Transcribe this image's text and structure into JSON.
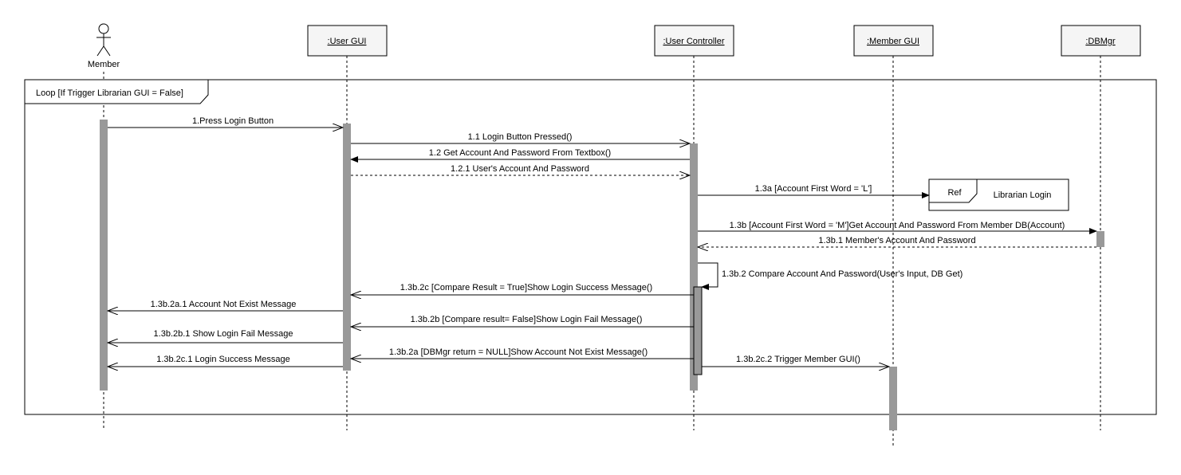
{
  "diagram": {
    "colors": {
      "line": "#000000",
      "box_fill": "#f5f5f5",
      "activation": "#999999",
      "background": "#ffffff"
    },
    "actors": [
      {
        "id": "member",
        "label": "Member",
        "kind": "actor"
      },
      {
        "id": "user_gui",
        "label": ":User GUI",
        "kind": "object"
      },
      {
        "id": "user_controller",
        "label": ":User Controller",
        "kind": "object"
      },
      {
        "id": "member_gui",
        "label": ":Member GUI",
        "kind": "object"
      },
      {
        "id": "dbmgr",
        "label": ":DBMgr",
        "kind": "object"
      }
    ],
    "loop_fragment": {
      "label": "Loop [If Trigger Librarian GUI = False]"
    },
    "ref_fragment": {
      "tag": "Ref",
      "label": "Librarian Login"
    },
    "messages": [
      {
        "id": "m1",
        "from": "member",
        "to": "user_gui",
        "label": "1.Press Login Button",
        "style": "sync"
      },
      {
        "id": "m2",
        "from": "user_gui",
        "to": "user_controller",
        "label": "1.1 Login Button Pressed()",
        "style": "sync"
      },
      {
        "id": "m3",
        "from": "user_controller",
        "to": "user_gui",
        "label": "1.2 Get Account And Password From Textbox()",
        "style": "call"
      },
      {
        "id": "m4",
        "from": "user_gui",
        "to": "user_controller",
        "label": "1.2.1 User's Account And Password",
        "style": "return"
      },
      {
        "id": "m5",
        "from": "user_controller",
        "to": "ref",
        "label": "1.3a [Account First Word = 'L']",
        "style": "call"
      },
      {
        "id": "m6",
        "from": "user_controller",
        "to": "dbmgr",
        "label": "1.3b [Account First Word = 'M']Get Account And Password From Member DB(Account)",
        "style": "call"
      },
      {
        "id": "m7",
        "from": "dbmgr",
        "to": "user_controller",
        "label": "1.3b.1 Member's Account And Password",
        "style": "return"
      },
      {
        "id": "m8",
        "from": "user_controller",
        "to": "user_controller",
        "label": "1.3b.2 Compare Account And Password(User's Input, DB Get)",
        "style": "self"
      },
      {
        "id": "m9",
        "from": "user_controller",
        "to": "user_gui",
        "label": "1.3b.2c [Compare Result = True]Show Login Success Message()",
        "style": "sync"
      },
      {
        "id": "m10",
        "from": "user_gui",
        "to": "member",
        "label": "1.3b.2a.1 Account Not Exist Message",
        "style": "sync"
      },
      {
        "id": "m11",
        "from": "user_controller",
        "to": "user_gui",
        "label": "1.3b.2b [Compare result= False]Show Login Fail Message()",
        "style": "sync"
      },
      {
        "id": "m12",
        "from": "user_gui",
        "to": "member",
        "label": "1.3b.2b.1 Show Login Fail Message",
        "style": "sync"
      },
      {
        "id": "m13",
        "from": "user_controller",
        "to": "user_gui",
        "label": "1.3b.2a [DBMgr return = NULL]Show Account Not Exist Message()",
        "style": "sync"
      },
      {
        "id": "m14",
        "from": "user_gui",
        "to": "member",
        "label": "1.3b.2c.1 Login Success Message",
        "style": "sync"
      },
      {
        "id": "m15",
        "from": "user_controller",
        "to": "member_gui",
        "label": "1.3b.2c.2 Trigger Member GUI()",
        "style": "sync"
      }
    ]
  }
}
